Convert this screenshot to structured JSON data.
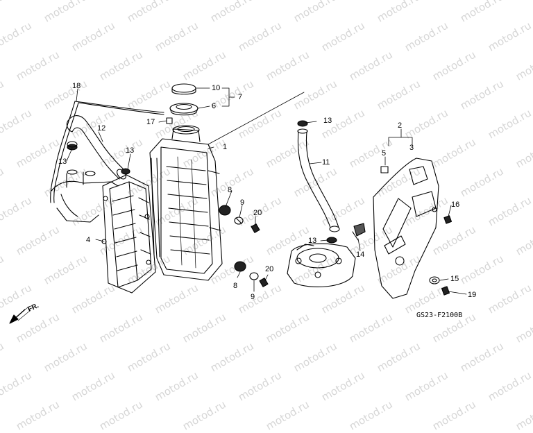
{
  "watermark": "motod.ru",
  "diagram_code": "GS23-F2100B",
  "front_label": "FR.",
  "callouts": {
    "c1": "1",
    "c2": "2",
    "c3": "3",
    "c4": "4",
    "c5": "5",
    "c6": "6",
    "c7": "7",
    "c8a": "8",
    "c8b": "8",
    "c9a": "9",
    "c9b": "9",
    "c10": "10",
    "c11": "11",
    "c12": "12",
    "c13a": "13",
    "c13b": "13",
    "c13c": "13",
    "c13d": "13",
    "c14": "14",
    "c15": "15",
    "c16": "16",
    "c17": "17",
    "c18": "18",
    "c19": "19",
    "c20a": "20",
    "c20b": "20"
  }
}
